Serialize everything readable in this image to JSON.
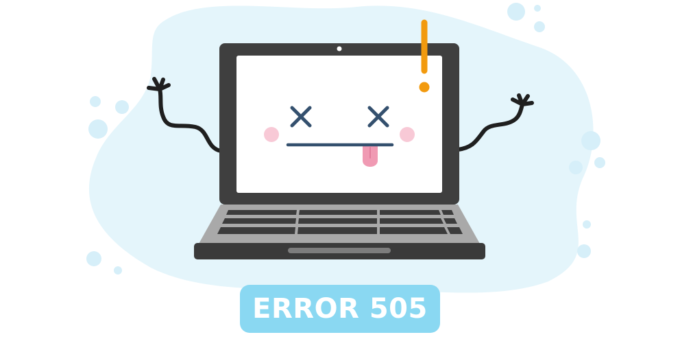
{
  "badge": {
    "label": "ERROR 505",
    "color": "#8ad8f2",
    "text_color": "#ffffff"
  },
  "illustration": {
    "subject": "laptop-character",
    "expression": "x-eyes-tongue-out",
    "alert_icon": "exclamation-icon",
    "colors": {
      "blob": "#e4f5fb",
      "bubble": "#d6eff9",
      "laptop_body": "#3f3f3f",
      "screen": "#ffffff",
      "keyboard": "#a9a9a9",
      "eyes_mouth": "#34506e",
      "cheeks": "#f8c9d6",
      "tongue": "#f09ab3",
      "exclamation": "#f29a0e"
    }
  }
}
